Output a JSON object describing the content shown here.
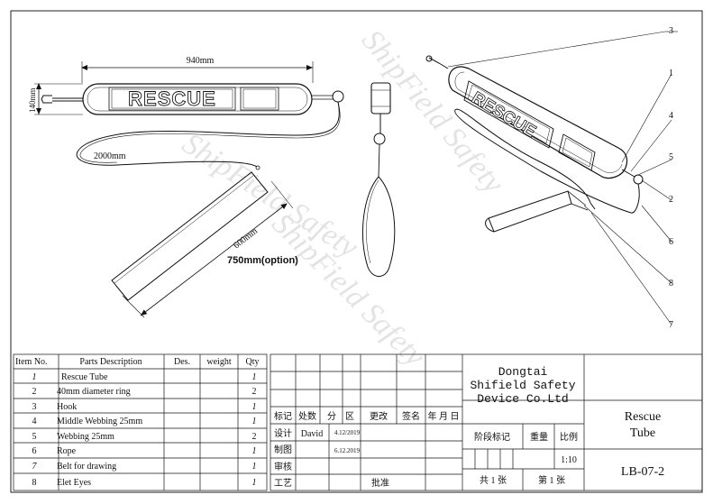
{
  "drawing": {
    "dims": {
      "length": "940mm",
      "height": "140mm",
      "rope": "2000mm",
      "belt": "600mm",
      "belt_option": "750mm(option)"
    },
    "tube_label": "RESCUE",
    "callouts": [
      "3",
      "1",
      "4",
      "5",
      "2",
      "6",
      "8",
      "7"
    ],
    "watermark": [
      "ShipField Safety",
      "ShipField Safety",
      "ShipField Safety"
    ]
  },
  "parts_table": {
    "headers": [
      "Item No.",
      "Parts Description",
      "Des.",
      "weight",
      "Qty"
    ],
    "rows": [
      {
        "no": "1",
        "desc": "Rescue Tube",
        "qty": "1"
      },
      {
        "no": "2",
        "desc": "40mm diameter ring",
        "qty": "2"
      },
      {
        "no": "3",
        "desc": "Hook",
        "qty": "1"
      },
      {
        "no": "4",
        "desc": "Middle Webbing 25mm",
        "qty": "1"
      },
      {
        "no": "5",
        "desc": "Webbing 25mm",
        "qty": "2"
      },
      {
        "no": "6",
        "desc": "Rope",
        "qty": "1"
      },
      {
        "no": "7",
        "desc": "Belt for drawing",
        "qty": "1"
      },
      {
        "no": "8",
        "desc": "Elet Eyes",
        "qty": "1"
      }
    ]
  },
  "title_block": {
    "company": [
      "Dongtai",
      "Shifield Safety",
      "Device Co.Ltd"
    ],
    "rev_headers": [
      "标记",
      "处数",
      "分　区",
      "更改",
      "签名",
      "年 月 日"
    ],
    "design_label": "设计",
    "designer": "David",
    "design_date": "4.12/2019",
    "drawing_label": "制图",
    "drawing_date": "6.12.2019",
    "check_label": "审核",
    "process_label": "工艺",
    "approve_label": "批准",
    "stage_label": "阶段标记",
    "weight_label": "重量",
    "scale_label": "比例",
    "scale": "1:10",
    "sheets": "共 1 张",
    "sheet_no": "第 1 张",
    "product": [
      "Rescue",
      "Tube"
    ],
    "drawing_no": "LB-07-2"
  }
}
